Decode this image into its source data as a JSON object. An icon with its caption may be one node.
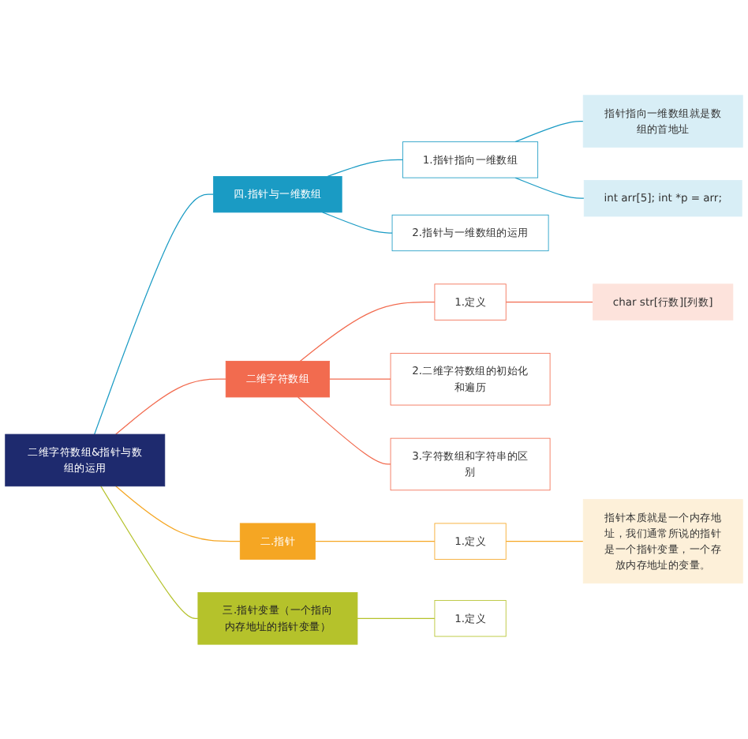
{
  "diagram": {
    "nodes": [
      {
        "text": [
          "二维字符数组&指针与数组的运用"
        ]
      },
      {
        "text": [
          "四.指针与一维数组"
        ]
      },
      {
        "text": [
          "1.指针指向一维数组"
        ]
      },
      {
        "text": [
          "指针指向一维数组就是数组的首地址"
        ]
      },
      {
        "text": [
          "int arr[5]; int *p = arr;"
        ]
      },
      {
        "text": [
          "2.指针与一维数组的运用"
        ]
      },
      {
        "text": [
          "二维字符数组"
        ]
      },
      {
        "text": [
          "1.定义"
        ]
      },
      {
        "text": [
          "char str[行数][列数]"
        ]
      },
      {
        "text": [
          "2.二维字符数组的初始化和遍历"
        ]
      },
      {
        "text": [
          "3.字符数组和字符串的区别"
        ]
      },
      {
        "text": [
          "二.指针"
        ]
      },
      {
        "text": [
          "1.定义"
        ]
      },
      {
        "text": [
          "指针本质就是一个内存地址，我们通常所说的指针是一个指针变量，一个存放内存地址的变量。"
        ]
      },
      {
        "text": [
          "三.指针变量（一个指向内存地址的指针变量）"
        ]
      },
      {
        "text": [
          "1.定义"
        ]
      }
    ],
    "edges": [
      {
        "from": 0,
        "to": 1,
        "arrow": "none",
        "color": "#1a9bc4"
      },
      {
        "from": 1,
        "to": 2,
        "arrow": "none",
        "color": "#1a9bc4"
      },
      {
        "from": 2,
        "to": 3,
        "arrow": "none",
        "color": "#1a9bc4"
      },
      {
        "from": 2,
        "to": 4,
        "arrow": "none",
        "color": "#1a9bc4"
      },
      {
        "from": 1,
        "to": 5,
        "arrow": "none",
        "color": "#1a9bc4"
      },
      {
        "from": 0,
        "to": 6,
        "arrow": "none",
        "color": "#f26b4f"
      },
      {
        "from": 6,
        "to": 7,
        "arrow": "none",
        "color": "#f26b4f"
      },
      {
        "from": 7,
        "to": 8,
        "arrow": "none",
        "color": "#f26b4f"
      },
      {
        "from": 6,
        "to": 9,
        "arrow": "none",
        "color": "#f26b4f"
      },
      {
        "from": 6,
        "to": 10,
        "arrow": "none",
        "color": "#f26b4f"
      },
      {
        "from": 0,
        "to": 11,
        "arrow": "none",
        "color": "#f5a623"
      },
      {
        "from": 11,
        "to": 12,
        "arrow": "none",
        "color": "#f5a623"
      },
      {
        "from": 12,
        "to": 13,
        "arrow": "none",
        "color": "#f5a623"
      },
      {
        "from": 0,
        "to": 14,
        "arrow": "none",
        "color": "#b5c22b"
      },
      {
        "from": 14,
        "to": 15,
        "arrow": "none",
        "color": "#b5c22b"
      }
    ]
  }
}
